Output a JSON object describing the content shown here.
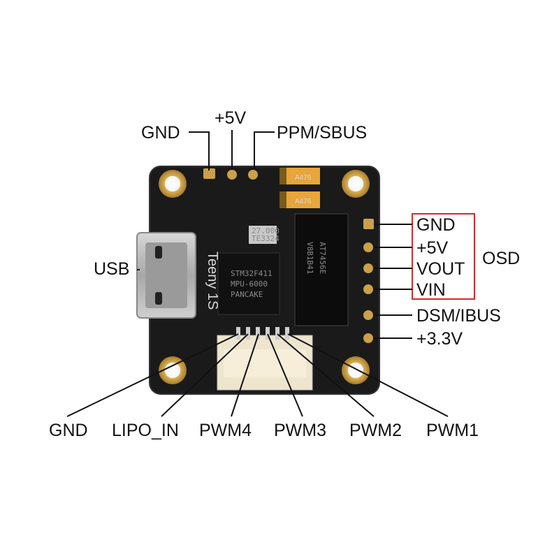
{
  "board": {
    "silkscreen": "Teeny 1S",
    "mcu_marking": [
      "STM32F411",
      "MPU-6000",
      "PANCAKE"
    ],
    "osd_chip_marking": [
      "AT7456E",
      "V8B1B41"
    ],
    "crystal_marking": [
      "27.000",
      "TE3324"
    ],
    "cap_marking": "A476",
    "colors": {
      "pcb": "#1a1a1a",
      "pad_gold": "#caa14a",
      "capacitor": "#e8a53a",
      "highlight_box": "#d42a2a"
    }
  },
  "labels": {
    "top": {
      "gnd": "GND",
      "v5": "+5V",
      "ppm": "PPM/SBUS"
    },
    "left": {
      "usb": "USB"
    },
    "right": {
      "gnd": "GND",
      "v5": "+5V",
      "vout": "VOUT",
      "vin": "VIN",
      "dsm": "DSM/IBUS",
      "v33": "+3.3V",
      "osd": "OSD"
    },
    "bottom": {
      "gnd": "GND",
      "lipo": "LIPO_IN",
      "pwm4": "PWM4",
      "pwm3": "PWM3",
      "pwm2": "PWM2",
      "pwm1": "PWM1"
    }
  }
}
